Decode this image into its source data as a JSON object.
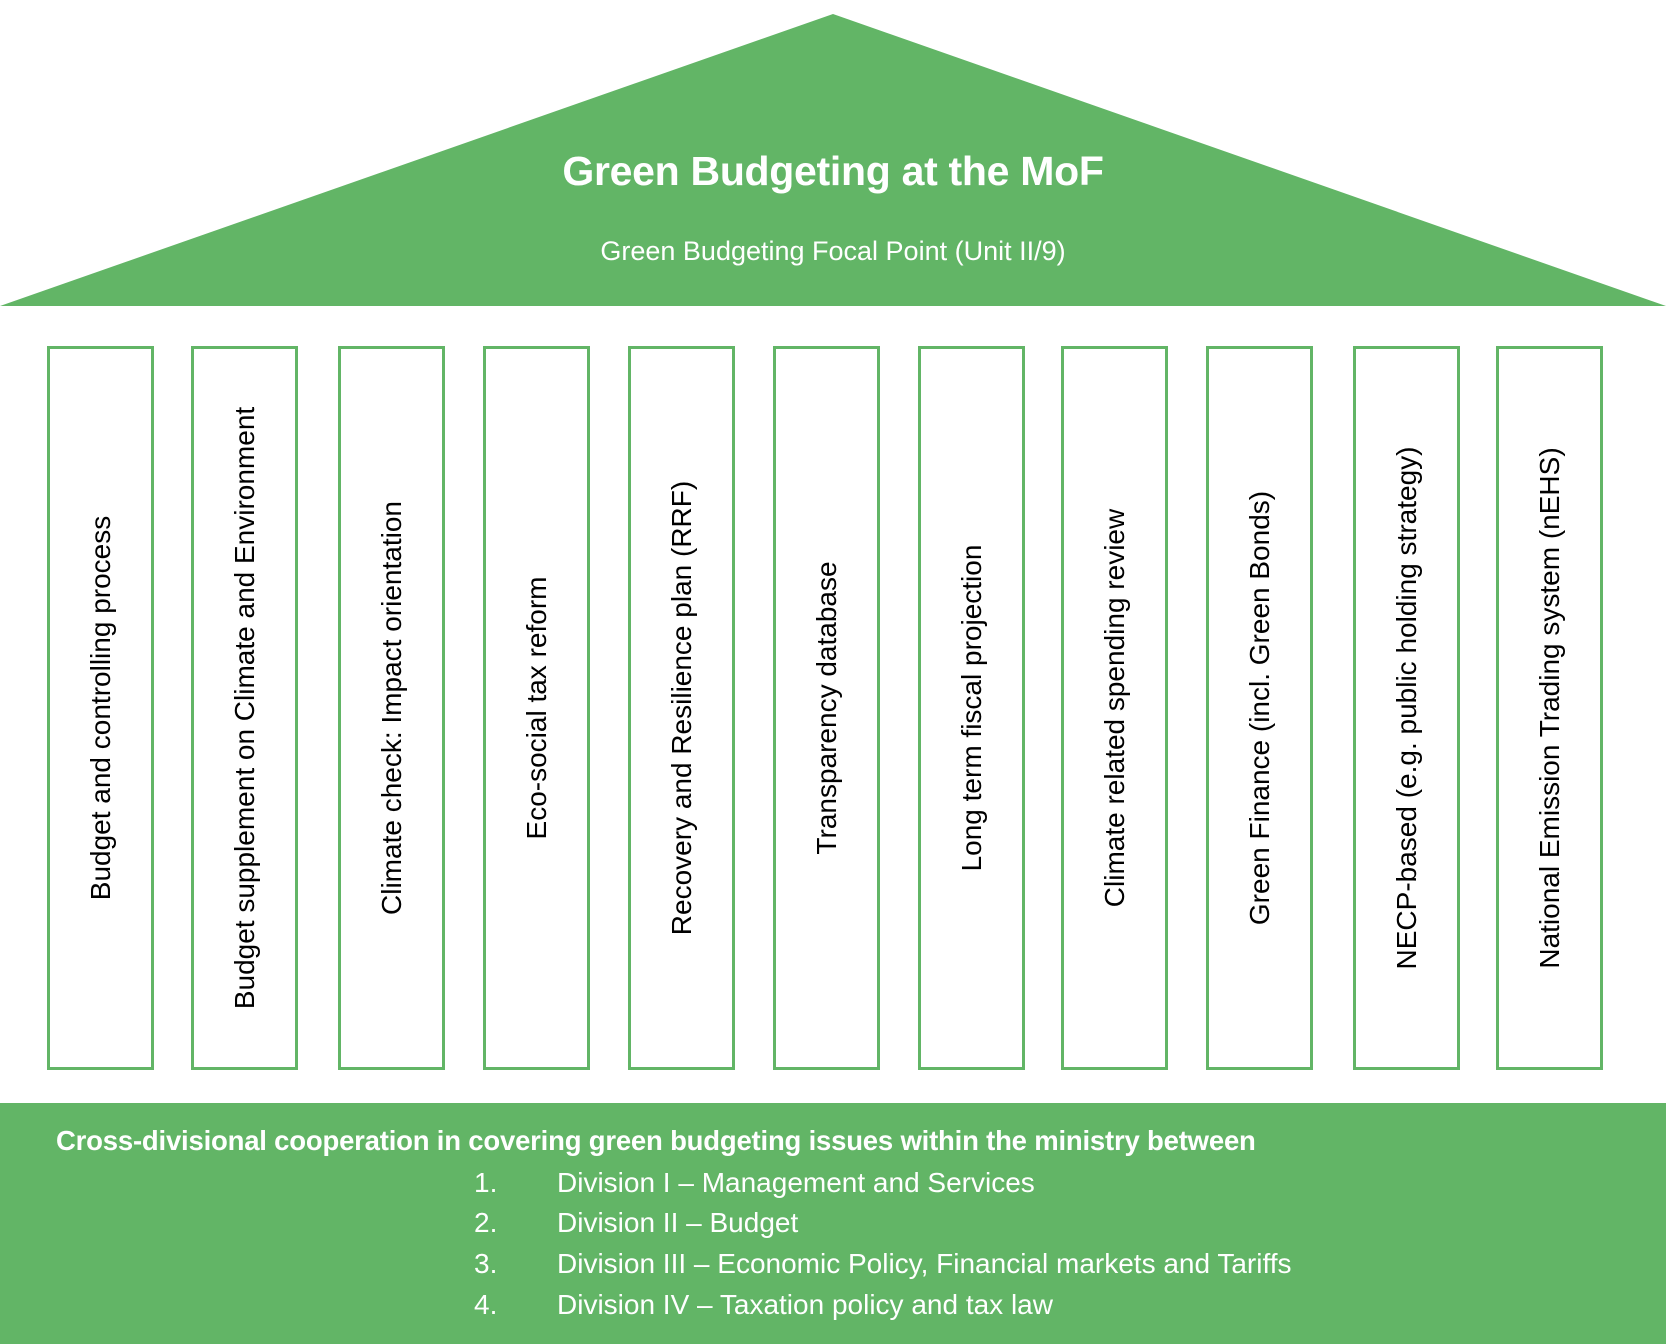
{
  "roof": {
    "title": "Green Budgeting at the MoF",
    "subtitle": "Green Budgeting Focal Point (Unit II/9)",
    "color": "#62B566"
  },
  "pillars": [
    {
      "label": "Budget and controlling process"
    },
    {
      "label": "Budget supplement on Climate and Environment"
    },
    {
      "label": "Climate check: Impact orientation"
    },
    {
      "label": "Eco-social tax reform"
    },
    {
      "label": "Recovery and Resilience plan (RRF)"
    },
    {
      "label": "Transparency database"
    },
    {
      "label": "Long term fiscal projection"
    },
    {
      "label": "Climate related spending review"
    },
    {
      "label": "Green Finance (incl. Green Bonds)"
    },
    {
      "label": "NECP-based (e.g. public holding strategy)"
    },
    {
      "label": "National Emission Trading system (nEHS)"
    }
  ],
  "base": {
    "heading": "Cross-divisional cooperation in covering green budgeting issues within the ministry between",
    "divisions": [
      {
        "number": "1.",
        "text": "Division I – Management and Services"
      },
      {
        "number": "2.",
        "text": "Division II – Budget"
      },
      {
        "number": "3.",
        "text": "Division III – Economic Policy, Financial markets and Tariffs"
      },
      {
        "number": "4.",
        "text": "Division IV – Taxation policy and tax law"
      }
    ]
  }
}
